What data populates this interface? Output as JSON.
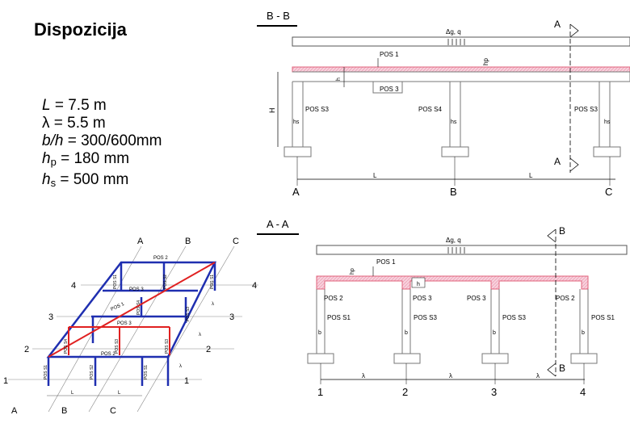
{
  "title": "Dispozicija",
  "params": {
    "L": {
      "sym": "L",
      "val": "= 7.5 m"
    },
    "lambda": {
      "sym": "λ",
      "val": "= 5.5 m"
    },
    "bh": {
      "sym": "b/h",
      "val": "= 300/600mm"
    },
    "hp": {
      "sym": "h",
      "sub": "p",
      "val": "= 180 mm"
    },
    "hs": {
      "sym": "h",
      "sub": "s",
      "val": "= 500 mm"
    }
  },
  "section_bb": {
    "title": "B - B",
    "load": "Δg, q",
    "cut_top": "A",
    "cut_bottom": "A",
    "pos1": "POS 1",
    "pos3": "POS 3",
    "hp": "hp",
    "h": "h",
    "H": "H",
    "cols": [
      "POS S3",
      "POS S4",
      "POS S3"
    ],
    "hs": "hs",
    "span": "L",
    "axes": [
      "A",
      "B",
      "C"
    ]
  },
  "section_aa": {
    "title": "A - A",
    "load": "Δg, q",
    "cut_top": "B",
    "cut_bottom": "B",
    "pos1": "POS 1",
    "hp": "hp",
    "h": "h",
    "beams": [
      "POS 2",
      "POS 3",
      "POS 3",
      "POS 2"
    ],
    "cols": [
      "POS S1",
      "POS S3",
      "POS S3",
      "POS S1"
    ],
    "b": "b",
    "span": "λ",
    "axes": [
      "1",
      "2",
      "3",
      "4"
    ]
  },
  "iso": {
    "top_axes": [
      "A",
      "B",
      "C"
    ],
    "bottom_axes": [
      "A",
      "B",
      "C"
    ],
    "left_axes": [
      "4",
      "3",
      "2",
      "1"
    ],
    "right_axes": [
      "4",
      "3",
      "2",
      "1"
    ],
    "beam_labels": [
      "POS 2",
      "POS 3",
      "POS 1",
      "POS 3",
      "POS 2"
    ],
    "col_labels": [
      "POS S1",
      "POS S2",
      "POS S1",
      "POS S4",
      "POS S3",
      "POS S3",
      "POS S4",
      "POS S3",
      "POS S1",
      "POS S2",
      "POS S1"
    ],
    "span": "L",
    "lam": "λ"
  },
  "colors": {
    "slab_fill": "#f8d0dc",
    "slab_edge": "#e0607a",
    "frame_blue": "#1f2fb0",
    "frame_red": "#e02020"
  }
}
